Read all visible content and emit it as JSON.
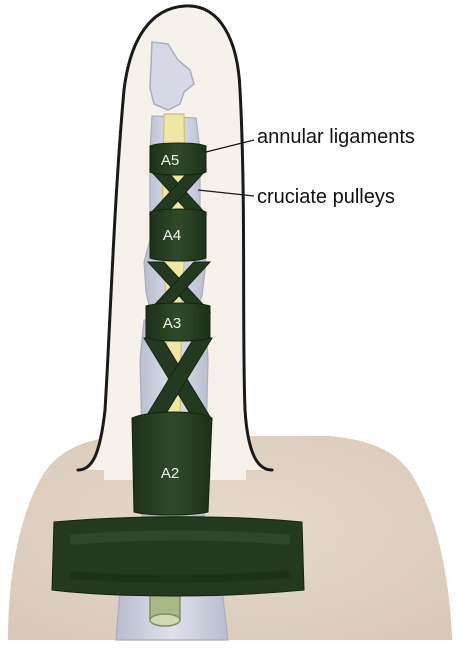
{
  "labels": {
    "annular": "annular ligaments",
    "cruciate": "cruciate pulleys"
  },
  "pulleys": {
    "a5": "A5",
    "a4": "A4",
    "a3": "A3",
    "a2": "A2"
  },
  "colors": {
    "background": "#ffffff",
    "skin_fill": "#f6f1ea",
    "palm_fill": "#e0d2c3",
    "finger_outline": "#1a1a1a",
    "bone": "#d3d6e2",
    "bone_shadow": "#b3b7c8",
    "tendon": "#efe7a4",
    "tendon_shadow": "#cbc378",
    "pulley": "#243a20",
    "pulley_light": "#34512e",
    "lumbrical_tube": "#a8b887",
    "label_text": "#111111",
    "pulley_text": "#f2f2f2"
  }
}
